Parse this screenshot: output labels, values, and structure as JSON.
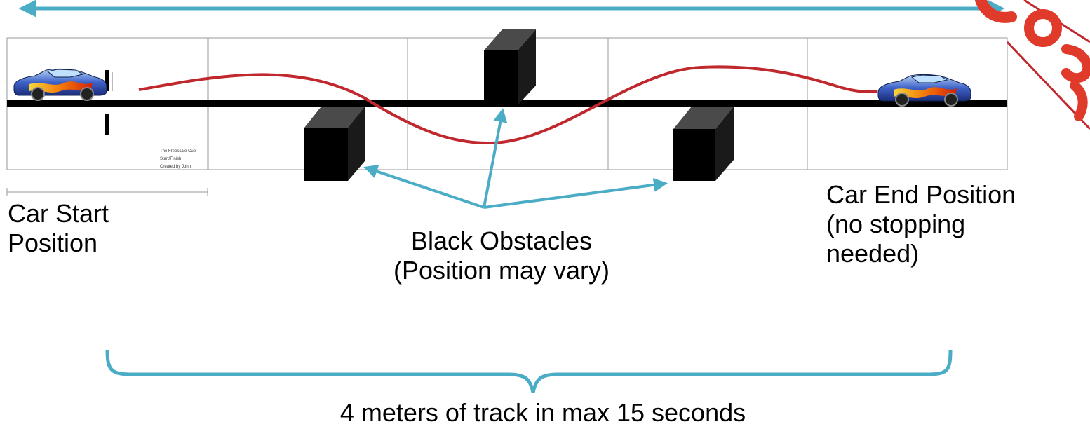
{
  "colors": {
    "arrow": "#4BACC6",
    "path": "#C0282D",
    "obstacle": "#111111",
    "track_line": "#000000",
    "stamp": "#E03A2A"
  },
  "labels": {
    "car_start": "Car Start\nPosition",
    "obstacles": "Black Obstacles\n(Position may vary)",
    "car_end": "Car End Position\n(no stopping\nneeded)",
    "track_length": "4 meters of track in max 15 seconds"
  },
  "track_sheet_text": {
    "line1": "The Freescale Cup",
    "line2": "Start/Finish",
    "line3": "Created by John"
  },
  "icons": {
    "car_start": "race-car-icon",
    "car_end": "race-car-icon",
    "stamp": "red-stamp-logo"
  }
}
